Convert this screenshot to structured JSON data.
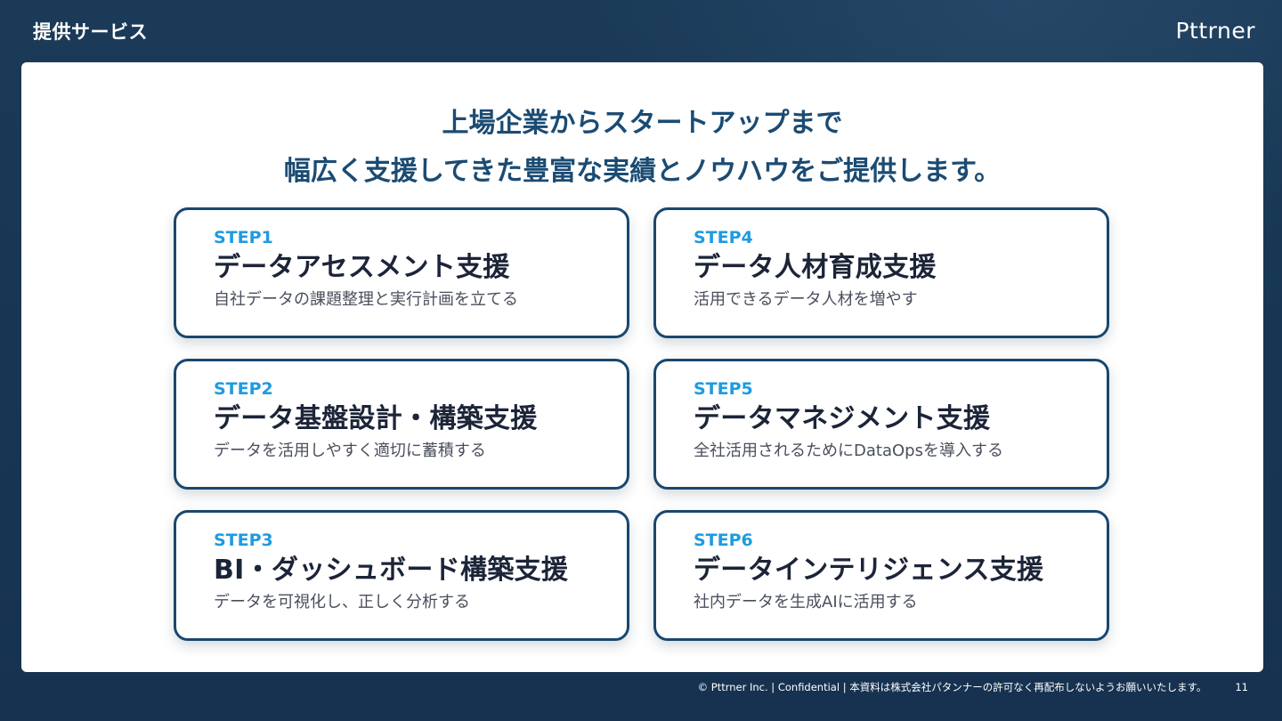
{
  "header": {
    "section_title": "提供サービス",
    "logo": "Pttrner"
  },
  "headline": {
    "line1": "上場企業からスタートアップまで",
    "line2": "幅広く支援してきた豊富な実績とノウハウをご提供します。"
  },
  "steps": [
    {
      "step": "STEP1",
      "title": "データアセスメント支援",
      "desc": "自社データの課題整理と実行計画を立てる"
    },
    {
      "step": "STEP4",
      "title": "データ人材育成支援",
      "desc": "活用できるデータ人材を増やす"
    },
    {
      "step": "STEP2",
      "title": "データ基盤設計・構築支援",
      "desc": "データを活用しやすく適切に蓄積する"
    },
    {
      "step": "STEP5",
      "title": "データマネジメント支援",
      "desc": "全社活用されるためにDataOpsを導入する"
    },
    {
      "step": "STEP3",
      "title": "BI・ダッシュボード構築支援",
      "desc": "データを可視化し、正しく分析する"
    },
    {
      "step": "STEP6",
      "title": "データインテリジェンス支援",
      "desc": "社内データを生成AIに活用する"
    }
  ],
  "footer": {
    "copyright": "© Pttrner Inc. | Confidential | 本資料は株式会社パタンナーの許可なく再配布しないようお願いいたします。",
    "page_number": "11"
  },
  "colors": {
    "background": "#183653",
    "headline": "#1b4b73",
    "step_label": "#1f9be0",
    "card_border": "#1a476d"
  }
}
